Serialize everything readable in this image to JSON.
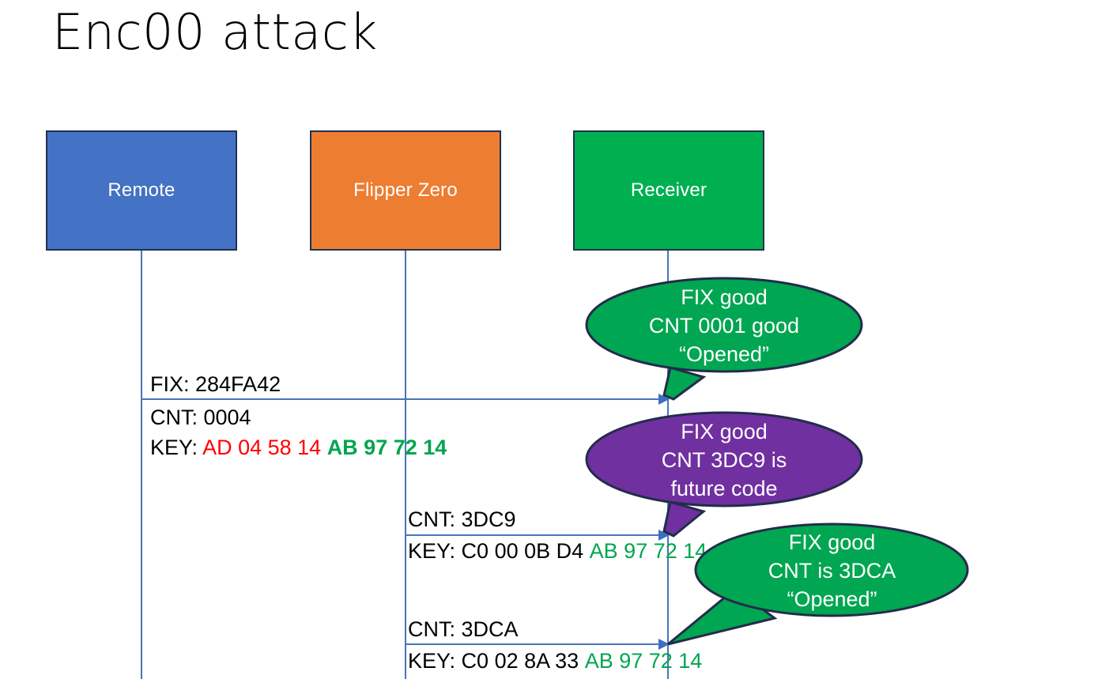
{
  "title": "Enc00 attack",
  "colors": {
    "remote_blue": "#4472C4",
    "flipper_orange": "#ED7D31",
    "receiver_green": "#00B050",
    "callout_green": "#00A651",
    "callout_purple": "#7030A0",
    "lifeline_blue": "#4A74B8",
    "key_red": "#FF0000",
    "key_green": "#00A54F",
    "box_border": "#1F3250"
  },
  "actors": [
    {
      "id": "remote",
      "label": "Remote"
    },
    {
      "id": "flipper",
      "label": "Flipper Zero"
    },
    {
      "id": "receiver",
      "label": "Receiver"
    }
  ],
  "messages": [
    {
      "id": "msg-1",
      "from": "remote",
      "to": "receiver",
      "fix_label": "FIX: 284FA42",
      "cnt_label": "CNT: 0004",
      "key_prefix": "KEY: ",
      "key_part_red": "AD 04 58 14",
      "key_part_green": "AB 97 72 14"
    },
    {
      "id": "msg-2",
      "from": "flipper",
      "to": "receiver",
      "cnt_label": "CNT: 3DC9",
      "key_prefix": "KEY: ",
      "key_part_black": "C0 00 0B D4",
      "key_part_green": "AB 97 72 14"
    },
    {
      "id": "msg-3",
      "from": "flipper",
      "to": "receiver",
      "cnt_label": "CNT: 3DCA",
      "key_prefix": "KEY: ",
      "key_part_black": "C0 02 8A 33",
      "key_part_green": "AB 97 72 14"
    }
  ],
  "callouts": [
    {
      "id": "callout-1",
      "color": "green",
      "line1": "FIX good",
      "line2": "CNT 0001 good",
      "line3": "“Opened”"
    },
    {
      "id": "callout-2",
      "color": "purple",
      "line1": "FIX good",
      "line2": "CNT 3DC9 is",
      "line3": "future code"
    },
    {
      "id": "callout-3",
      "color": "green",
      "line1": "FIX good",
      "line2": "CNT is 3DCA",
      "line3": "“Opened”"
    }
  ]
}
